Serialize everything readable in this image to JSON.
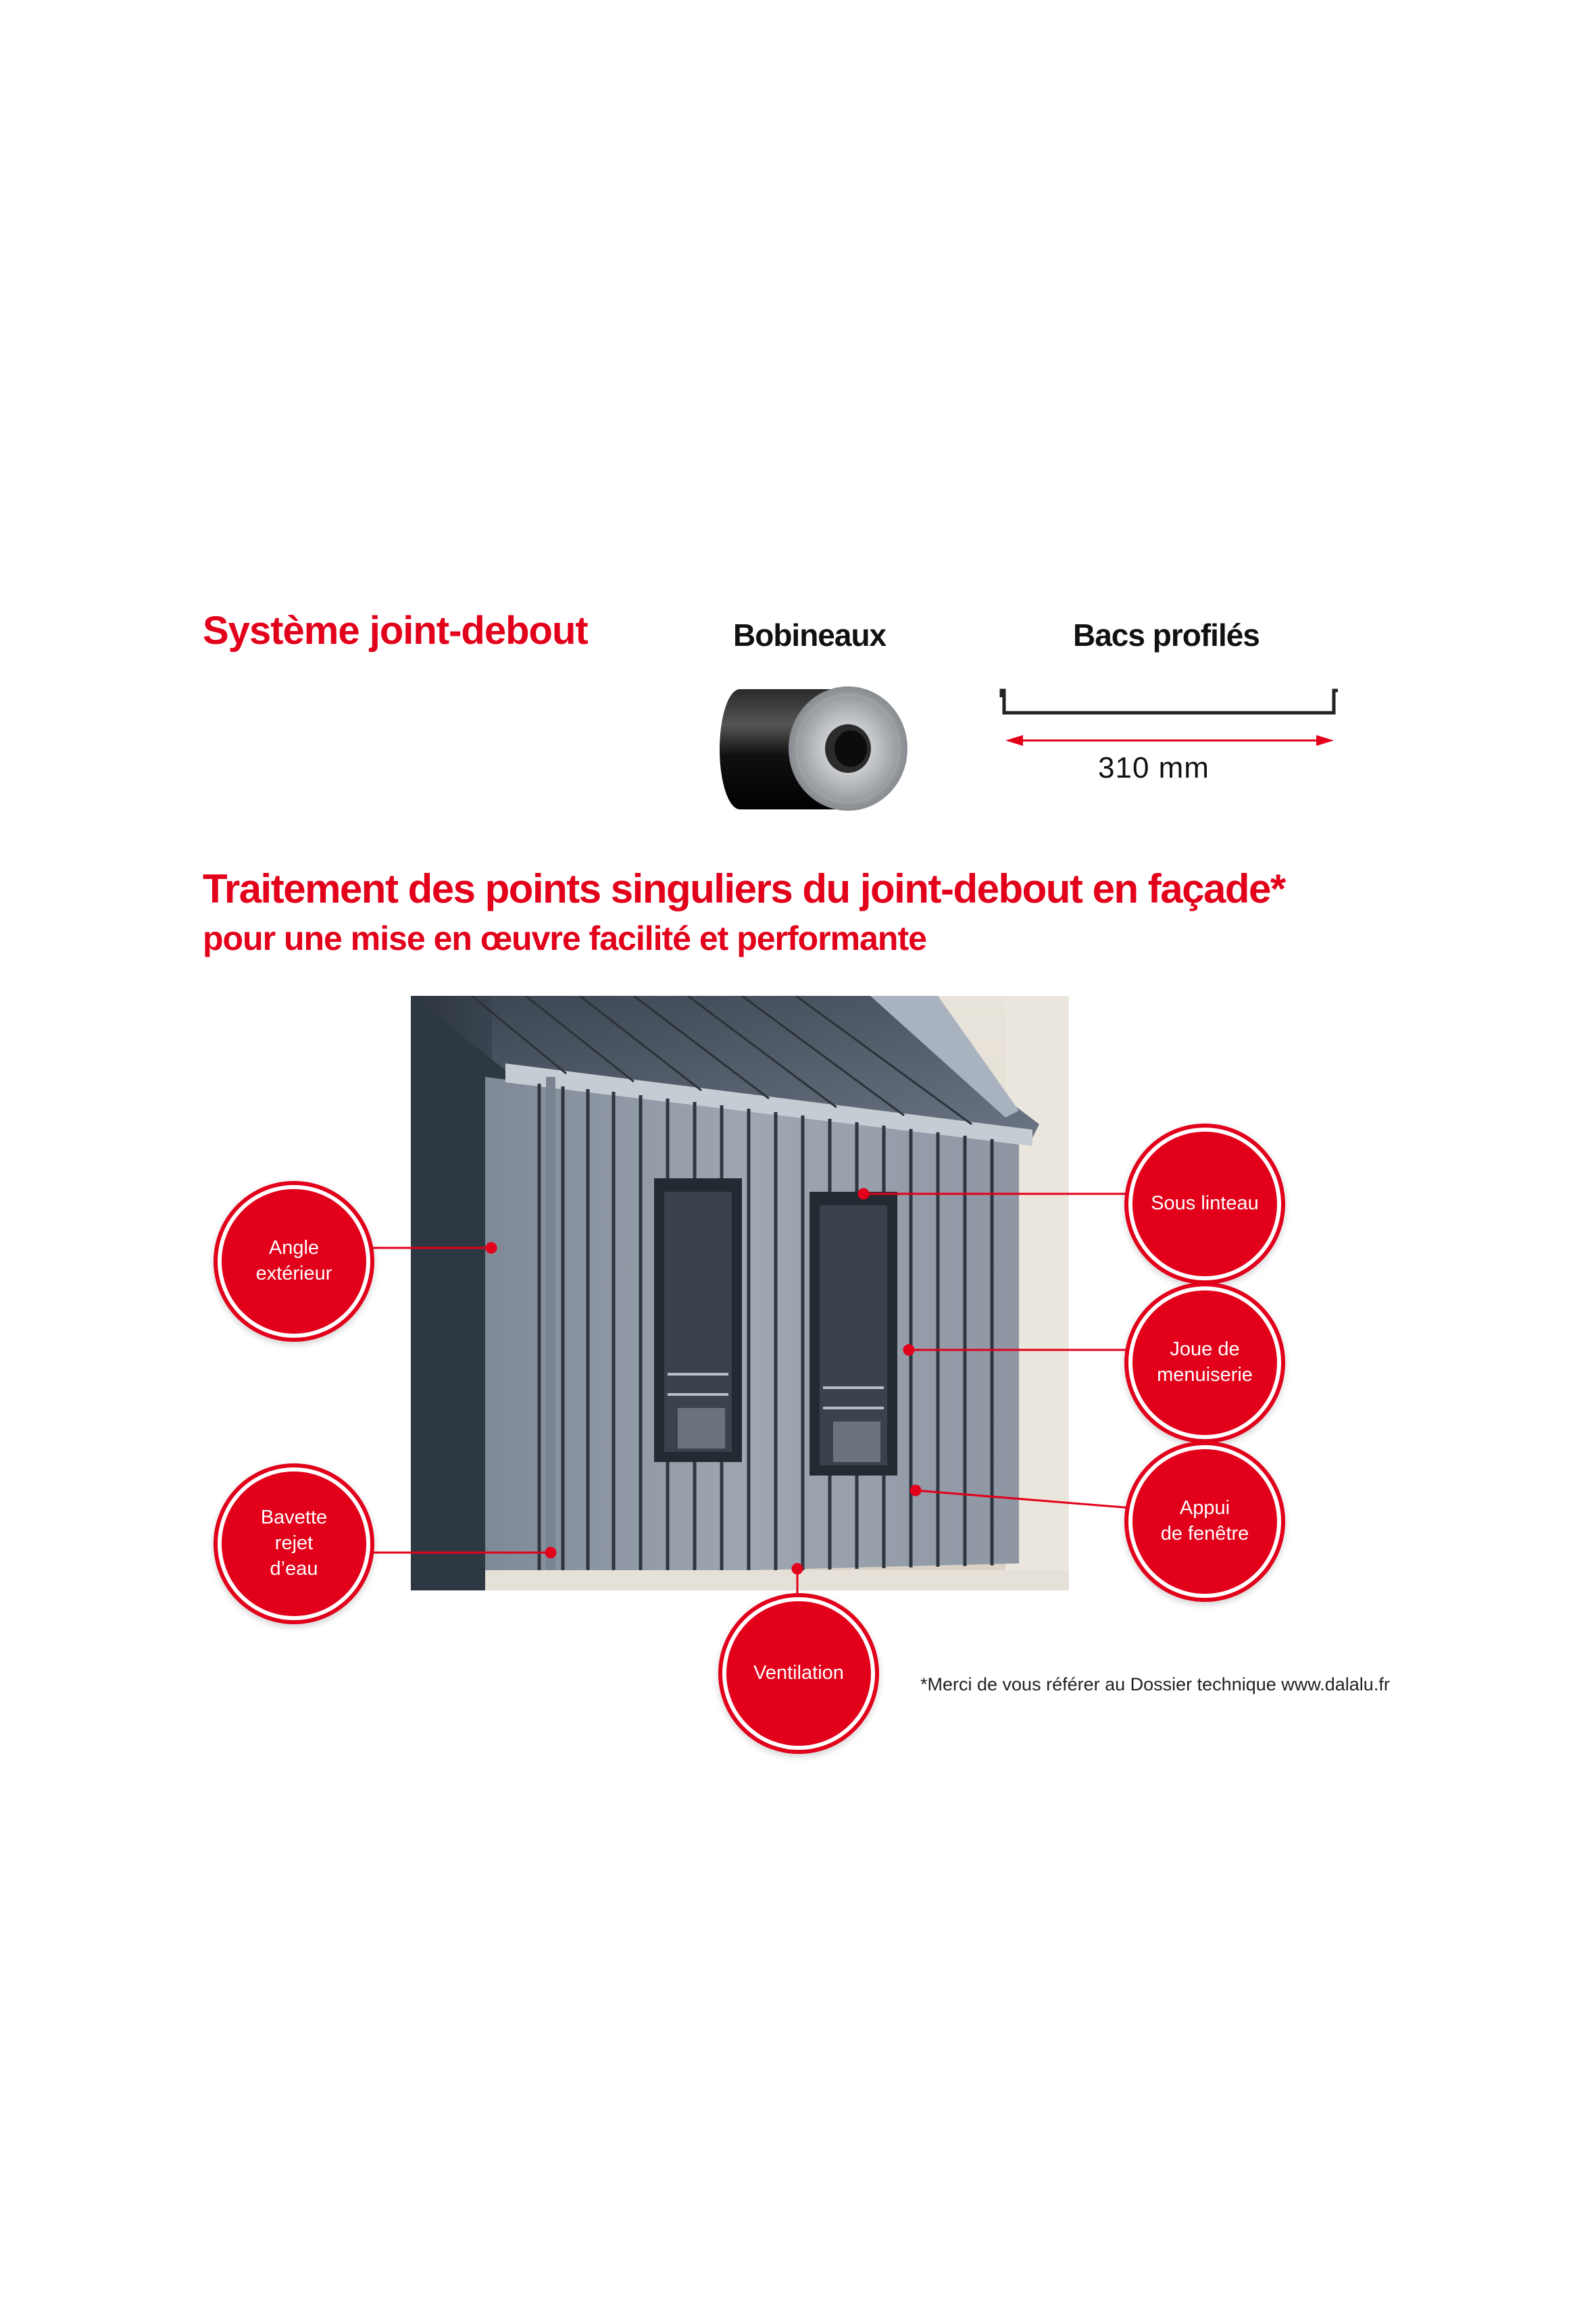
{
  "headers": {
    "system_title": "Système joint-debout",
    "bobineaux_title": "Bobineaux",
    "bacs_title": "Bacs profilés",
    "dimension_label": "310 mm"
  },
  "section": {
    "heading": "Traitement des points singuliers du joint-debout en façade*",
    "subheading": "pour une mise en œuvre facilité et performante"
  },
  "callouts": {
    "angle": "Angle\nextérieur",
    "bavette": "Bavette\nrejet\nd’eau",
    "sous_linteau": "Sous linteau",
    "joue": "Joue de\nmenuiserie",
    "appui": "Appui\nde fenêtre",
    "ventilation": "Ventilation"
  },
  "footnote": "*Merci de vous référer au Dossier technique www.dalalu.fr",
  "colors": {
    "accent": "#e2001a",
    "zinc": "#8f98a4",
    "zinc_dark": "#4a5563"
  }
}
